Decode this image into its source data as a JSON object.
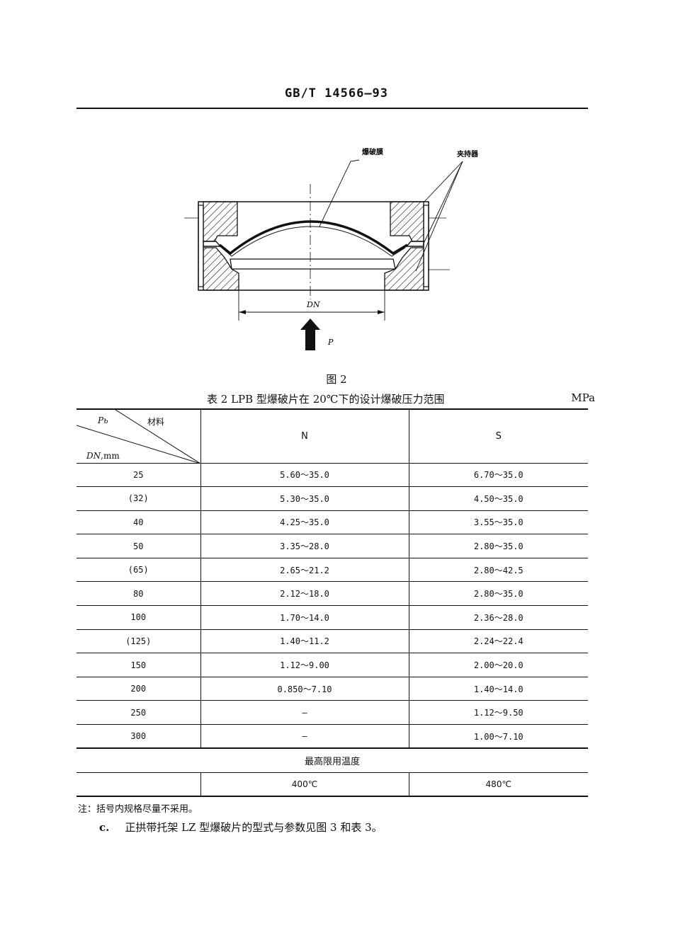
{
  "header": {
    "standard": "GB/T 14566—93"
  },
  "figure": {
    "label_membrane": "爆破膜",
    "label_holder": "夹持器",
    "label_dn": "DN",
    "label_p": "P",
    "caption": "图 2"
  },
  "table": {
    "title": "表 2   LPB 型爆破片在 20℃下的设计爆破压力范围",
    "unit": "MPa",
    "corner": {
      "pb": "Pь",
      "material": "材料",
      "dn": "DN",
      "dn_unit": ",mm"
    },
    "columns": [
      "N",
      "S"
    ],
    "rows": [
      [
        "25",
        "5.60～35.0",
        "6.70～35.0"
      ],
      [
        "(32)",
        "5.30～35.0",
        "4.50～35.0"
      ],
      [
        "40",
        "4.25～35.0",
        "3.55～35.0"
      ],
      [
        "50",
        "3.35～28.0",
        "2.80～35.0"
      ],
      [
        "(65)",
        "2.65～21.2",
        "2.80～42.5"
      ],
      [
        "80",
        "2.12～18.0",
        "2.80～35.0"
      ],
      [
        "100",
        "1.70～14.0",
        "2.36～28.0"
      ],
      [
        "(125)",
        "1.40～11.2",
        "2.24～22.4"
      ],
      [
        "150",
        "1.12～9.00",
        "2.00～20.0"
      ],
      [
        "200",
        "0.850～7.10",
        "1.40～14.0"
      ],
      [
        "250",
        "—",
        "1.12～9.50"
      ],
      [
        "300",
        "—",
        "1.00～7.10"
      ]
    ],
    "temp_header": "最高限用温度",
    "temp_values": [
      "400℃",
      "480℃"
    ]
  },
  "note": "注：括号内规格尽量不采用。",
  "item_c": {
    "marker": "c.",
    "text": "正拱带托架 LZ 型爆破片的型式与参数见图 3 和表 3。"
  }
}
